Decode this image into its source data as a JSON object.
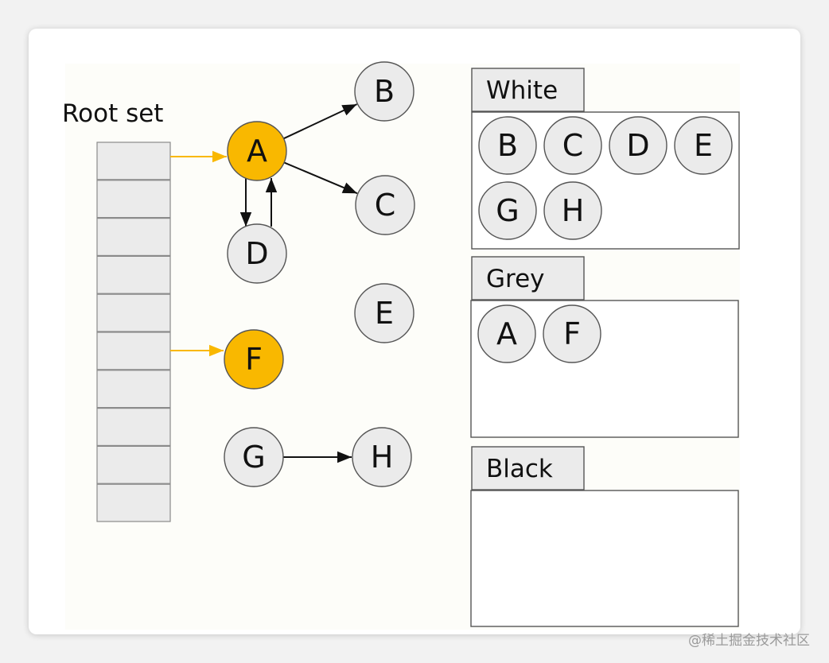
{
  "colors": {
    "grey_fill": "#ebebeb",
    "marked_fill": "#f9b800",
    "root_arrow": "#f9b800",
    "edge": "#111111"
  },
  "root_set": {
    "label": "Root set",
    "slot_count": 10
  },
  "nodes": [
    {
      "id": "A",
      "label": "A",
      "state": "marked"
    },
    {
      "id": "B",
      "label": "B",
      "state": "unmarked"
    },
    {
      "id": "C",
      "label": "C",
      "state": "unmarked"
    },
    {
      "id": "D",
      "label": "D",
      "state": "unmarked"
    },
    {
      "id": "E",
      "label": "E",
      "state": "unmarked"
    },
    {
      "id": "F",
      "label": "F",
      "state": "marked"
    },
    {
      "id": "G",
      "label": "G",
      "state": "unmarked"
    },
    {
      "id": "H",
      "label": "H",
      "state": "unmarked"
    }
  ],
  "edges": [
    {
      "from": "root-1",
      "to": "A",
      "kind": "root"
    },
    {
      "from": "root-6",
      "to": "F",
      "kind": "root"
    },
    {
      "from": "A",
      "to": "B",
      "kind": "ref"
    },
    {
      "from": "A",
      "to": "C",
      "kind": "ref"
    },
    {
      "from": "A",
      "to": "D",
      "kind": "ref"
    },
    {
      "from": "D",
      "to": "A",
      "kind": "ref"
    },
    {
      "from": "G",
      "to": "H",
      "kind": "ref"
    }
  ],
  "sets": [
    {
      "id": "white",
      "label": "White",
      "members": [
        "B",
        "C",
        "D",
        "E",
        "G",
        "H"
      ]
    },
    {
      "id": "grey",
      "label": "Grey",
      "members": [
        "A",
        "F"
      ]
    },
    {
      "id": "black",
      "label": "Black",
      "members": []
    }
  ],
  "watermark": "@稀土掘金技术社区"
}
